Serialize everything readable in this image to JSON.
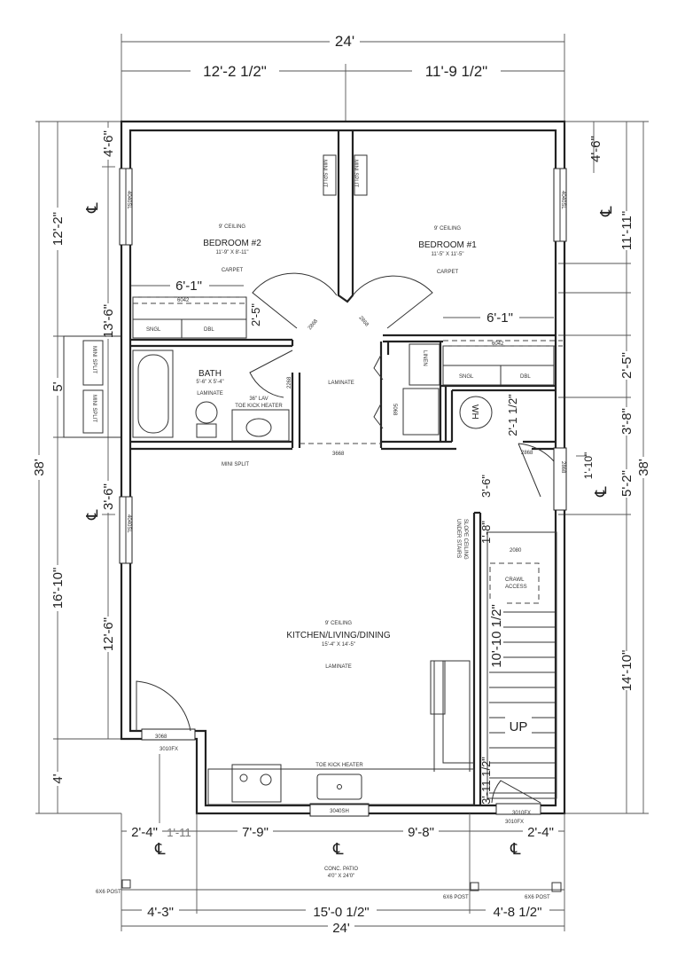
{
  "top_dims": {
    "overall": "24'",
    "left": "12'-2 1/2\"",
    "right": "11'-9 1/2\""
  },
  "bottom_dims": {
    "row1": [
      "2'-4\"",
      "1'-11",
      "7'-9\"",
      "9'-8\"",
      "2'-4\""
    ],
    "row2": [
      "4'-3\"",
      "15'-0 1/2\"",
      "4'-8 1/2\""
    ],
    "overall": "24'"
  },
  "left_dims": {
    "overall": "38'",
    "middle": [
      "12'-2\"",
      "5'",
      "16'-10\"",
      "4'"
    ],
    "inner": [
      "4'-6\"",
      "13'-6\"",
      "3'-6\"",
      "12'-6\""
    ]
  },
  "right_dims": {
    "overall": "38'",
    "outer": [
      "11'-11\"",
      "2'-5\"",
      "3'-8\"",
      "5'-2\"",
      "14'-10\""
    ],
    "window_offset": "4'-6\"",
    "door_offset": "1'-10\""
  },
  "interior_dims": {
    "br2_closet": "6'-1\"",
    "br1_closet": "6'-1\"",
    "br2_closet_depth": "2'-5\"",
    "wh_closet": "2'-1 1/2\"",
    "stair_offset": "3'-6\"",
    "stair_top": "1'-8\"",
    "stair_run": "10'-10 1/2\"",
    "stair_bottom": "3'-11 1/2\""
  },
  "rooms": {
    "bedroom2": {
      "ceiling": "9' CEILING",
      "name": "BEDROOM #2",
      "size": "11'-9\" X 8'-11\"",
      "floor": "CARPET"
    },
    "bedroom1": {
      "ceiling": "9' CEILING",
      "name": "BEDROOM #1",
      "size": "11'-5\" X 11'-5\"",
      "floor": "CARPET"
    },
    "bath": {
      "name": "BATH",
      "size": "5'-6\" X 5'-4\"",
      "floor": "LAMINATE"
    },
    "hall": {
      "floor": "LAMINATE"
    },
    "kitchen": {
      "ceiling": "9' CEILING",
      "name": "KITCHEN/LIVING/DINING",
      "size": "15'-4\" X 14'-5\"",
      "floor": "LAMINATE"
    },
    "patio": {
      "name": "CONC. PATIO",
      "size": "4'0\" X 24'0\""
    }
  },
  "labels": {
    "sngl": "SNGL",
    "dbl": "DBL",
    "linen": "LINEN",
    "wh": "WH",
    "up": "UP",
    "slope": "SLOPE CEILING",
    "under_stairs": "UNDER STAIRS",
    "crawl1": "CRAWL",
    "crawl2": "ACCESS",
    "toe_kick": "TOE KICK HEATER",
    "lav": "36\" LAV",
    "mini_split": "MINI SPLIT",
    "post": "6X6 POST",
    "centerline": "℄"
  },
  "openings": {
    "window_sl": "4040SL",
    "closet_door": "6042",
    "br2_door": "2868",
    "br1_door": "2868",
    "bath_door": "2268",
    "laundry_door": "5068",
    "hall": "3668",
    "wh_door": "2868",
    "ext_door": "2868",
    "sink_window": "3040SH",
    "entry_door": "3068",
    "fixed": "3010FX",
    "stair_door": "2080"
  }
}
